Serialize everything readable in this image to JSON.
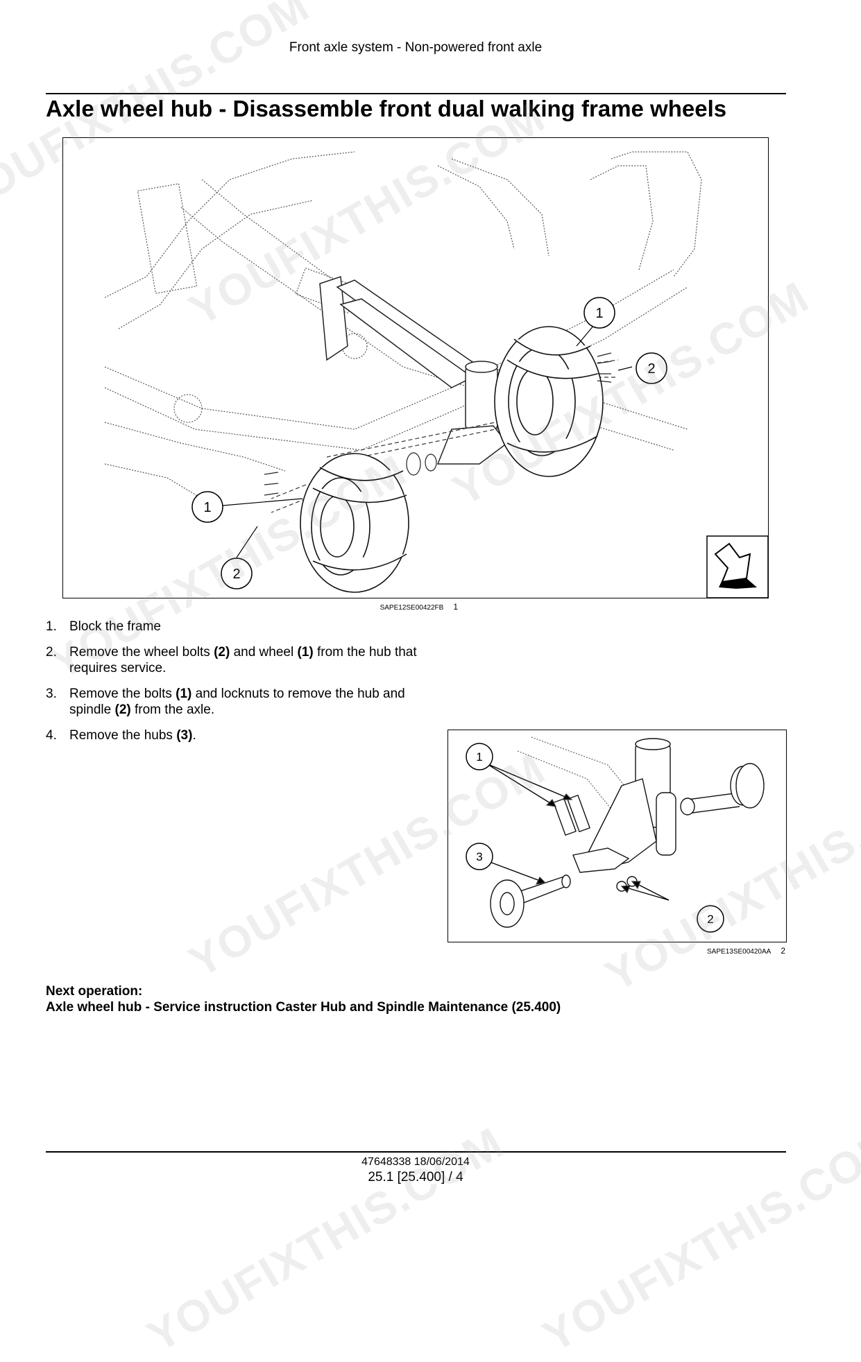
{
  "header": {
    "running_title": "Front axle system - Non-powered front axle"
  },
  "section": {
    "title": "Axle wheel hub - Disassemble front dual walking frame wheels"
  },
  "figure1": {
    "code": "SAPE12SE00422FB",
    "number": "1",
    "callouts": [
      "1",
      "1",
      "2",
      "2"
    ]
  },
  "figure2": {
    "code": "SAPE13SE00420AA",
    "number": "2",
    "callouts": [
      "1",
      "3",
      "2"
    ]
  },
  "steps": [
    {
      "num": "1.",
      "parts": [
        {
          "text": "Block the frame",
          "bold": false
        }
      ]
    },
    {
      "num": "2.",
      "parts": [
        {
          "text": "Remove the wheel bolts ",
          "bold": false
        },
        {
          "text": "(2)",
          "bold": true
        },
        {
          "text": " and wheel ",
          "bold": false
        },
        {
          "text": "(1)",
          "bold": true
        },
        {
          "text": " from the hub that requires service.",
          "bold": false
        }
      ]
    },
    {
      "num": "3.",
      "parts": [
        {
          "text": "Remove the bolts ",
          "bold": false
        },
        {
          "text": "(1)",
          "bold": true
        },
        {
          "text": " and locknuts to remove the hub and spindle ",
          "bold": false
        },
        {
          "text": "(2)",
          "bold": true
        },
        {
          "text": " from the axle.",
          "bold": false
        }
      ]
    },
    {
      "num": "4.",
      "parts": [
        {
          "text": "Remove the hubs ",
          "bold": false
        },
        {
          "text": "(3)",
          "bold": true
        },
        {
          "text": ".",
          "bold": false
        }
      ]
    }
  ],
  "next_operation": {
    "label": "Next operation:",
    "text": "Axle wheel hub - Service instruction Caster Hub and Spindle Maintenance (25.400)"
  },
  "footer": {
    "doc_id_date": "47648338 18/06/2014",
    "page_ref": "25.1 [25.400] / 4"
  },
  "watermark": {
    "text": "YOUFIXTHIS.COM"
  }
}
